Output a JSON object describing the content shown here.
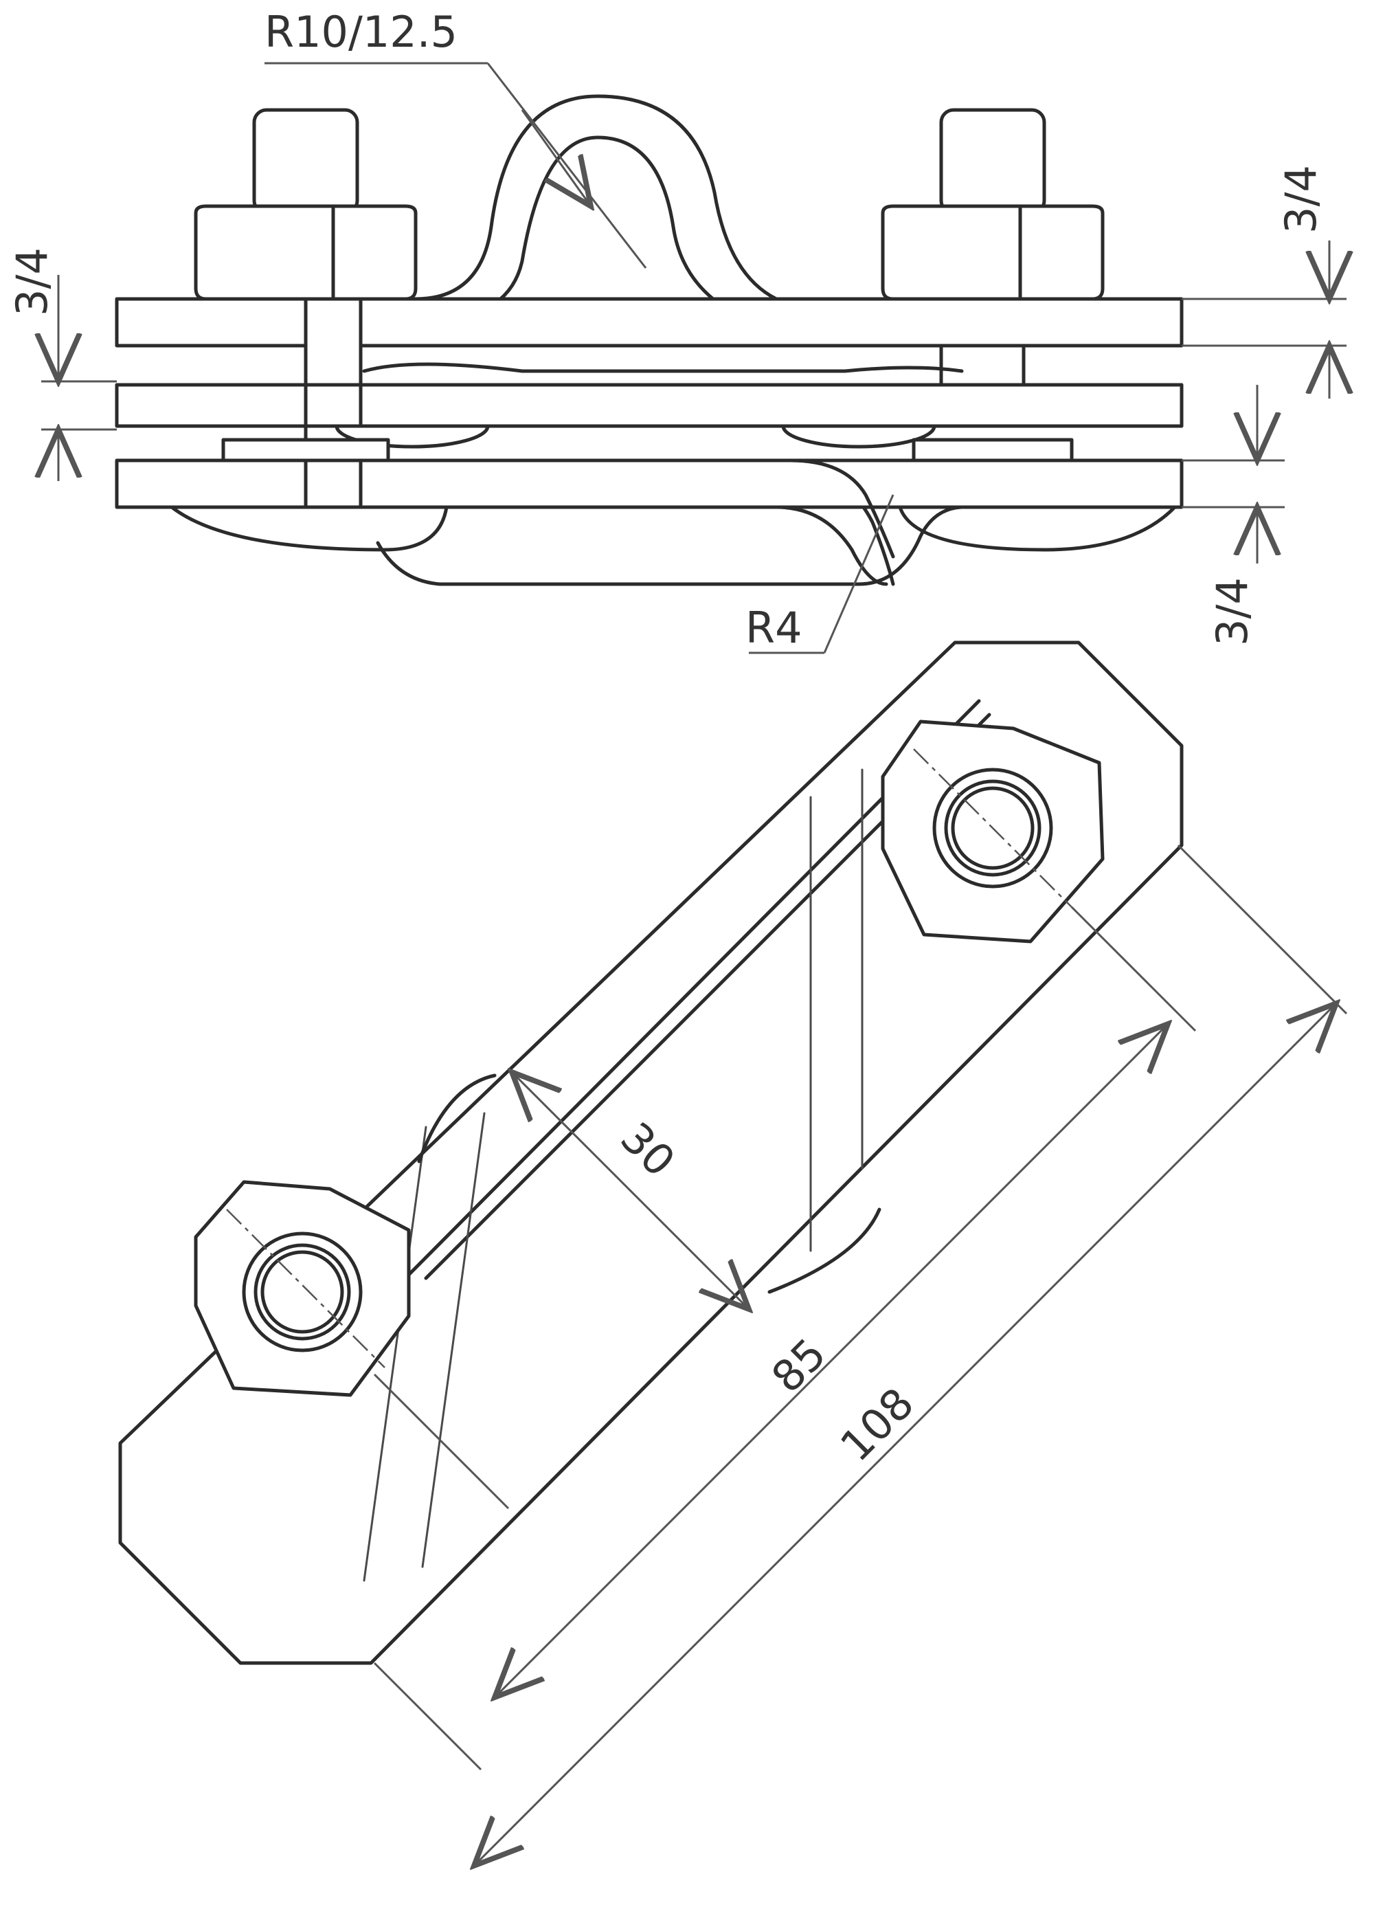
{
  "drawing": {
    "title": "Parallel connector / clamp technical drawing",
    "views": [
      "side-view",
      "top-view"
    ],
    "labels": {
      "radius_top": "R10/12.5",
      "radius_bottom": "R4",
      "thickness_left": "3/4",
      "thickness_right_top": "3/4",
      "thickness_right_bottom": "3/4",
      "width_30": "30",
      "length_85": "85",
      "length_108": "108"
    },
    "colors": {
      "line": "#2b2b2b",
      "dimension": "#555555",
      "background": "#ffffff"
    }
  }
}
